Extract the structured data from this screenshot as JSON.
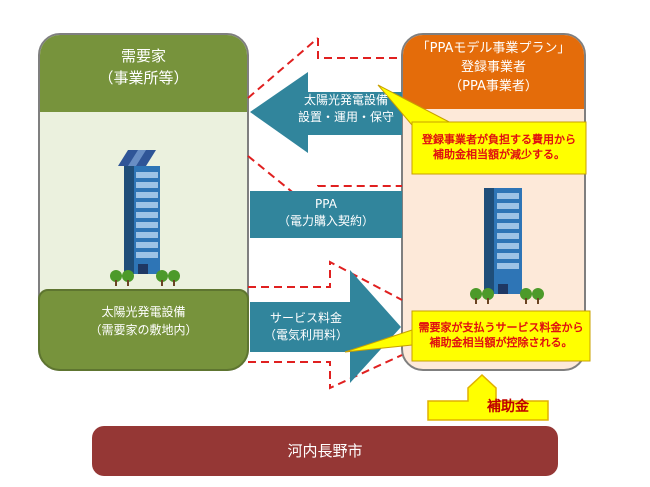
{
  "demander": {
    "title_line1": "需要家",
    "title_line2": "（事業所等）"
  },
  "onsite": {
    "line1": "太陽光発電設備",
    "line2": "（需要家の敷地内）"
  },
  "provider": {
    "line1": "「PPAモデル事業プラン」",
    "line2": "登録事業者",
    "line3": "（PPA事業者）"
  },
  "arrows": {
    "install": {
      "line1": "太陽光発電設備",
      "line2": "設置・運用・保守"
    },
    "ppa": {
      "line1": "PPA",
      "line2": "（電力購入契約）"
    },
    "fee": {
      "line1": "サービス料金",
      "line2": "（電気利用料）"
    }
  },
  "callouts": {
    "top": {
      "line1": "登録事業者が負担する費用から",
      "line2": "補助金相当額が減少する。"
    },
    "bottom": {
      "line1": "需要家が支払うサービス料金から",
      "line2": "補助金相当額が控除される。"
    }
  },
  "subsidy": {
    "label": "補助金"
  },
  "city": {
    "label": "河内長野市"
  },
  "colors": {
    "demander_green": "#77933c",
    "demander_bg": "#ebf1de",
    "provider_orange": "#e46c0a",
    "provider_bg": "#fde9d9",
    "arrow_blue": "#31859c",
    "city_red": "#953735",
    "callout_yellow": "#ffff00",
    "callout_text": "#e01010"
  }
}
